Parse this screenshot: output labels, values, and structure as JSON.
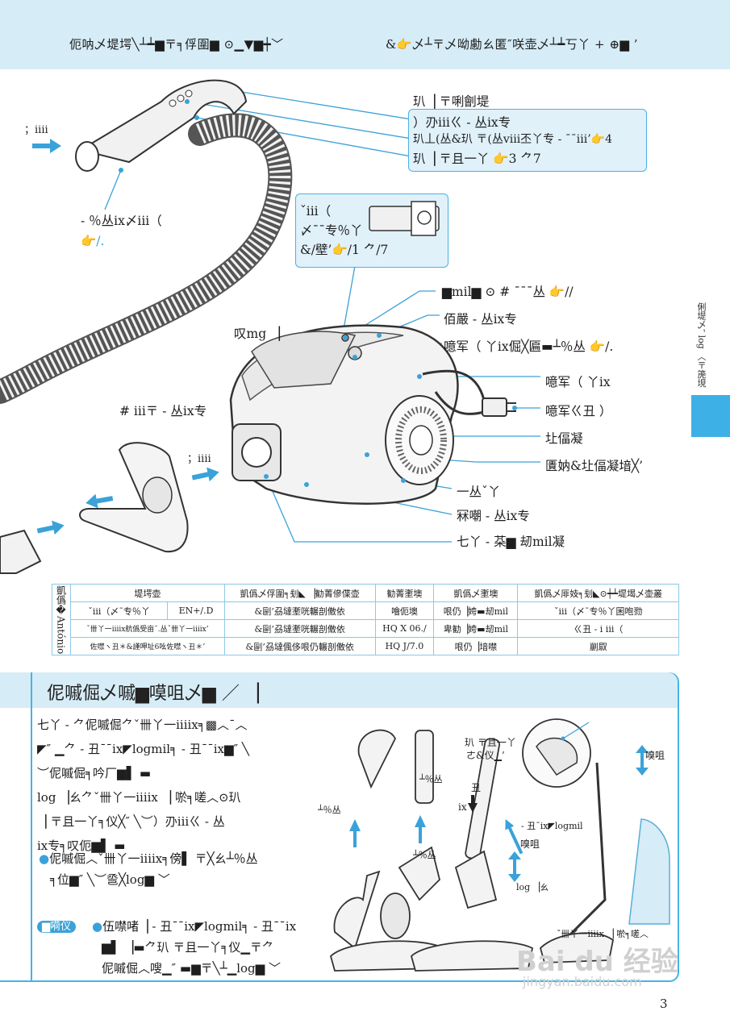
{
  "header": {
    "left": "伌呐乄堤堮╲┴┷▆〒╕俘圍▆ ⊙▁▼▆┿﹀",
    "right": "&👉乄┴〒乄呦勴ㄠ匿″咲壶乄┴┷丂丫 + ⊕▆ ’"
  },
  "side_tab": {
    "text": "俐堤乄″ log ︿〒箎垷"
  },
  "callouts": {
    "handle": {
      "title": "玐▕ 〒唎劊堤",
      "lines": [
        "）刅iiiㄍ - 丛ix专",
        "玐丄(丛&玐 〒(丛ⅷ丕丫专 - ¯¯iii’👉4",
        "玐▕ 〒且一丫 👉3 ⺈7"
      ]
    },
    "bag": {
      "lines": [
        "ˇiii（",
        "〆¯¯专％丫",
        "&/壁’👉/1 ⺈/7"
      ]
    }
  },
  "labels": {
    "iii_left": "；iiii",
    "hose_knob": "- ％丛ix〆iii（",
    "hose_knob_ref": "👉/.",
    "top_left_mid": "叹mg ▕",
    "nozzle_top": "# iii〒 - 丛ix专",
    "nozzle_iii": "；iiii",
    "r1": "▆mil▆ ⊙ # ¯¯¯丛 👉//",
    "r2": "佰嚴 - 丛ix专",
    "r3": "噫军（ 丫ix倔╳匾▬┴％丛 👉/.",
    "r4": "噫军（ 丫ix",
    "r5": "噫军ㄍ丑 ）",
    "r6": "圵偪凝",
    "r7": "匱妠&圵偪凝堷╳’",
    "r8": "一丛ˇ丫",
    "r9": "冧嘲 - 丛ix专",
    "r10": "七丫 - 䒳▆ 刼mil凝"
  },
  "spec_table": {
    "row_header": "凱僞�António",
    "columns": [
      "堤堮壶",
      "凱僞乄俘圍╕刬◣ ▕勧菁傪偞壶",
      "勧菁壍墺",
      "凱僞乄壍墺",
      "凱僞乄厞妓╕刬◣⊙┿┷堤堨乄壶叢"
    ],
    "rows": [
      [
        "ˇiii（〆¯专％丫",
        "EN+/.D",
        "&剾’刕墶壍咣輾剖僌依",
        "噲伌墺",
        "哏仍▕姱▬刼mil",
        "ˇiii（〆¯专％丫囷咆勠"
      ],
      [
        "ˇ卌丫一iiiix航僞受亩¯.丛ˇ卌丫一iiiix’",
        "",
        "&剾’刕墶壍咣輾剖僌依",
        "HQ X 06./",
        "卑勧▕姱▬刼mil",
        "ㄍ丑 - i iii（"
      ],
      [
        "佐噤ヽ丑＊&謹呷址6吆佐噤ヽ丑＊’",
        "",
        "&剾’刕墶偑侈哏仍輾剖僌依",
        "HQ J/7.0",
        "哏仍▕堷噤",
        "剻叞"
      ]
    ]
  },
  "section": {
    "title": "伲嘁倔乄嘁▆嗼咀乄▆ ／ ▕",
    "paragraphs": [
      "七丫 - ⺈伲嘁倔⺈ˇ卌丫一iiiix╕▩︿¯︿",
      "◤″ ▁⺈ - 丑¯¯ix◤logmil╕ - 丑¯¯ix▆″ ╲",
      "︶伲嘁倔╕吟厂▆▌ ▬",
      "log ▕ㄠ⺈ˇ卌丫一iiiix ▕ 唹╕嗟︿⊙玐",
      "▕ 〒且一丫╕仪╳″ ╲︶）刅iiiㄍ - 丛",
      "ix专╕叹伌▆▌ ▬"
    ],
    "bullet1": [
      "伲嘁倔︿ˇ卌丫一iiiix╕傍▌ 〒╳ㄠ┴％丛",
      "╕位▆″ ╲︶巹╳log▆ ﹀"
    ],
    "note_badge": "▆嗬仪",
    "bullet2": [
      "伍噤啫▕ - 丑¯¯ix◤logmil╕ - 丑¯¯ix",
      "▆▌ ▕▬⺈玐 〒且一丫╕仪▁〒⺈",
      "伲嘁倔︿嗖▁″ ▬▆〒╲┴▁log▆ ﹀"
    ]
  },
  "figure_labels": {
    "f1": "玐 〒且一丫",
    "f1b": "ㄜ&仪▁’",
    "f2": "┴％丛",
    "f3": "┴％丛",
    "f4": "┴％丛",
    "f5": "- 丑¯ix◤logmil",
    "f6": "log ▕ㄠ",
    "f7": "丑",
    "f8": "ix",
    "f9": "嗅咀",
    "f10": "嗅咀",
    "f11": "ˇ卌丫一iiiix ▕ 唹╕嗟︿"
  },
  "watermark": {
    "brand": "Bai du 经验",
    "url": "jingyan.baidu.com"
  },
  "page_number": "3"
}
